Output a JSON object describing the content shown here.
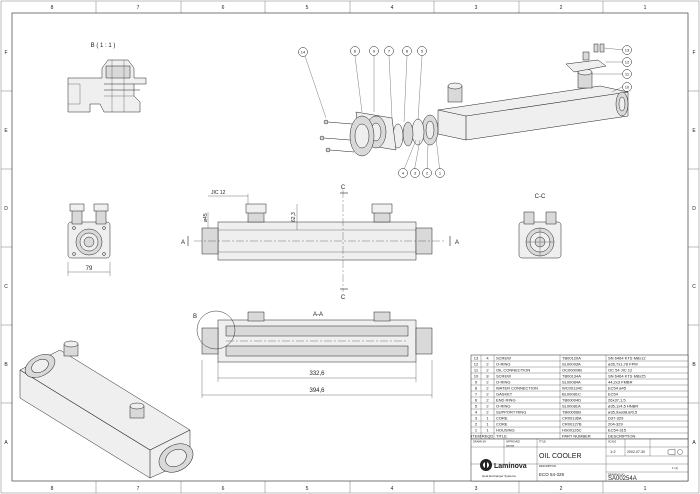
{
  "border": {
    "top_zones": [
      "8",
      "7",
      "6",
      "5",
      "4",
      "3",
      "2",
      "1"
    ],
    "bottom_zones": [
      "8",
      "7",
      "6",
      "5",
      "4",
      "3",
      "2",
      "1"
    ],
    "side_zones": [
      "F",
      "E",
      "D",
      "C",
      "B",
      "A"
    ]
  },
  "views": {
    "detail_label": "B ( 1 : 1 )",
    "section_cc": "C-C",
    "section_aa": "A-A",
    "cut_c": "C",
    "cut_a": "A",
    "detail_b": "B"
  },
  "dimensions": {
    "jic": "JIC 12",
    "d45": "ø45",
    "d62": "62,3",
    "w79": "79",
    "l332": "332,6",
    "l394": "394,6"
  },
  "balloons": [
    "14",
    "6",
    "9",
    "7",
    "8",
    "5",
    "13",
    "12",
    "11",
    "10",
    "4",
    "3",
    "2",
    "1"
  ],
  "parts_table": {
    "rows": [
      {
        "pos": "13",
        "qty": "4",
        "name": "SCREW",
        "part": "TB00120A",
        "desc": "SN 6464 KTS M8x12"
      },
      {
        "pos": "12",
        "qty": "2",
        "name": "O-RING",
        "part": "SL00093A",
        "desc": "ø26,7x1,78 FPM"
      },
      {
        "pos": "11",
        "qty": "2",
        "name": "OIL CONNECTION",
        "part": "OC00009B",
        "desc": "OC 54 JIC 12"
      },
      {
        "pos": "10",
        "qty": "8",
        "name": "SCREW",
        "part": "TB00134A",
        "desc": "SN 6464 KTS M8x25"
      },
      {
        "pos": "9",
        "qty": "2",
        "name": "O-RING",
        "part": "SL00084A",
        "desc": "44,2x3 FMBR"
      },
      {
        "pos": "8",
        "qty": "2",
        "name": "WATER CONNECTION",
        "part": "WC00134C",
        "desc": "EC54 ø45"
      },
      {
        "pos": "7",
        "qty": "2",
        "name": "GASKET",
        "part": "BL00081C",
        "desc": "EC54"
      },
      {
        "pos": "6",
        "qty": "2",
        "name": "END RING",
        "part": "TB00004D",
        "desc": "26x37,1,5"
      },
      {
        "pos": "5",
        "qty": "2",
        "name": "O-RING",
        "part": "SL00081A",
        "desc": "ø35,1x4,5 HNBR"
      },
      {
        "pos": "4",
        "qty": "2",
        "name": "SUPPORT RING",
        "part": "TB00006B",
        "desc": "ø35,9xø38,8/0,5"
      },
      {
        "pos": "3",
        "qty": "1",
        "name": "CORE",
        "part": "CR00136A",
        "desc": "D37-329"
      },
      {
        "pos": "2",
        "qty": "1",
        "name": "CORE",
        "part": "CR00127B",
        "desc": "204-329"
      },
      {
        "pos": "1",
        "qty": "1",
        "name": "HOUSING",
        "part": "HS00126C",
        "desc": "EC54-315"
      }
    ],
    "headers": {
      "pos": "ITEM",
      "qty": "REQD",
      "name": "TITLE",
      "part": "PART NUMBER",
      "desc": "DESCRIPTION"
    }
  },
  "title_block": {
    "drawn_label": "DRAWN BY",
    "drawn_value": "tomas",
    "approved_label": "APPROVED",
    "title_label": "TITLE",
    "title": "OIL COOLER",
    "description_label": "DESCRIPTION",
    "description": "ECO 54-329",
    "scale_label": "SCALE",
    "scale": "1:2",
    "date": "2002-07-30",
    "company": "Laminova",
    "tagline": "Heat Exchanger Systems",
    "drawing_no_label": "DRAWING NO",
    "drawing_no": "SA00254A",
    "sheet": "1 (1)"
  }
}
